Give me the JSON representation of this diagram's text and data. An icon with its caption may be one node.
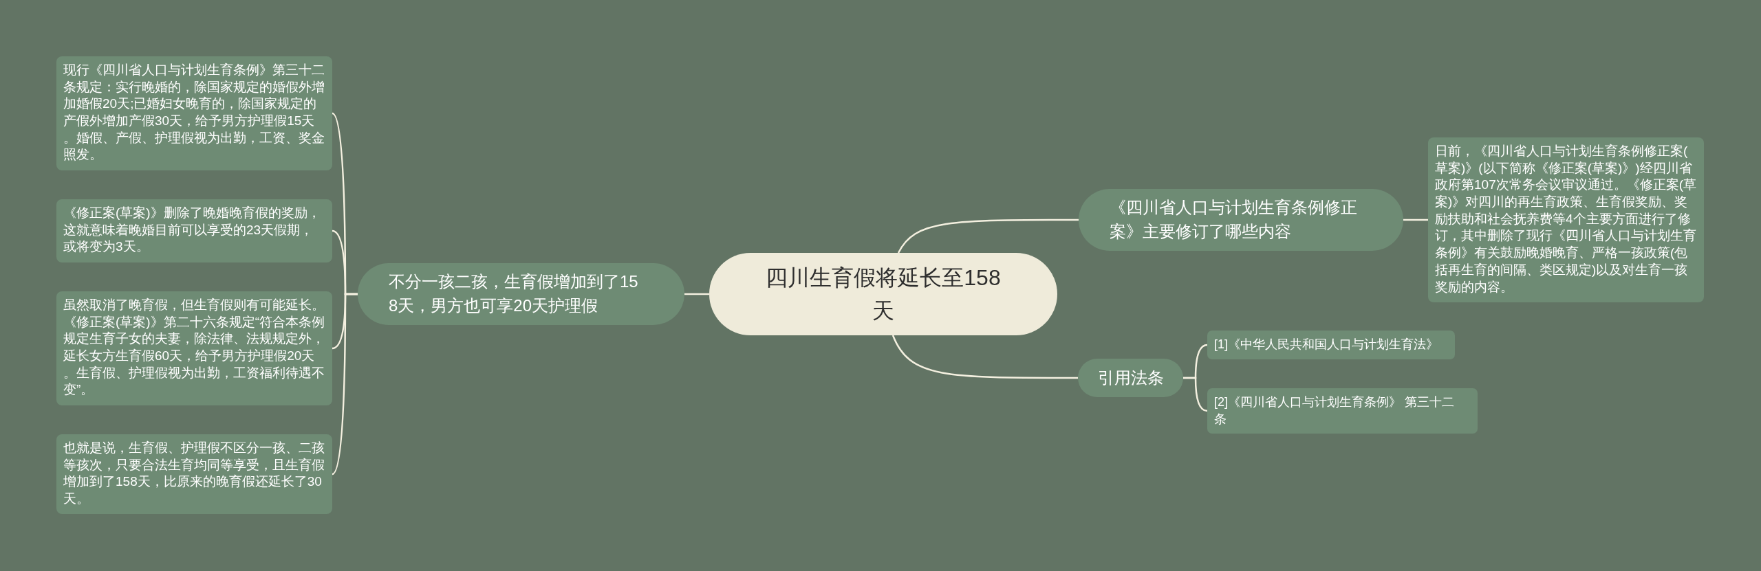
{
  "diagram": {
    "nodes": [
      {
        "text": [
          "四川生育假将延长至158天"
        ]
      },
      {
        "text": [
          "不分一孩二孩，生育假增加到了158天，男方也可享20天护理假"
        ]
      },
      {
        "text": [
          "现行《四川省人口与计划生育条例》第三十二条规定：实行晚婚的，除国家规定的婚假外增加婚假20天;已婚妇女晚育的，除国家规定的产假外增加产假30天，给予男方护理假15天。婚假、产假、护理假视为出勤，工资、奖金照发。"
        ]
      },
      {
        "text": [
          "《修正案(草案)》删除了晚婚晚育假的奖励，这就意味着晚婚目前可以享受的23天假期，或将变为3天。"
        ]
      },
      {
        "text": [
          "虽然取消了晚育假，但生育假则有可能延长。《修正案(草案)》第二十六条规定“符合本条例规定生育子女的夫妻，除法律、法规规定外，延长女方生育假60天，给予男方护理假20天。生育假、护理假视为出勤，工资福利待遇不变”。"
        ]
      },
      {
        "text": [
          "也就是说，生育假、护理假不区分一孩、二孩等孩次，只要合法生育均同等享受，且生育假增加到了158天，比原来的晚育假还延长了30天。"
        ]
      },
      {
        "text": [
          "《四川省人口与计划生育条例修正案》主要修订了哪些内容"
        ]
      },
      {
        "text": [
          "日前，《四川省人口与计划生育条例修正案(草案)》(以下简称《修正案(草案)》)经四川省政府第107次常务会议审议通过。《修正案(草案)》对四川的再生育政策、生育假奖励、奖励扶助和社会抚养费等4个主要方面进行了修订，其中删除了现行《四川省人口与计划生育条例》有关鼓励晚婚晚育、严格一孩政策(包括再生育的间隔、类区规定)以及对生育一孩奖励的内容。"
        ]
      },
      {
        "text": [
          "引用法条"
        ]
      },
      {
        "text": [
          "[1]《中华人民共和国人口与计划生育法》"
        ]
      },
      {
        "text": [
          "[2]《四川省人口与计划生育条例》 第三十二条"
        ]
      }
    ],
    "edges": [
      {
        "from": 0,
        "to": 1,
        "arrow": "none"
      },
      {
        "from": 1,
        "to": 2,
        "arrow": "none"
      },
      {
        "from": 1,
        "to": 3,
        "arrow": "none"
      },
      {
        "from": 1,
        "to": 4,
        "arrow": "none"
      },
      {
        "from": 1,
        "to": 5,
        "arrow": "none"
      },
      {
        "from": 0,
        "to": 6,
        "arrow": "none"
      },
      {
        "from": 6,
        "to": 7,
        "arrow": "none"
      },
      {
        "from": 0,
        "to": 8,
        "arrow": "none"
      },
      {
        "from": 8,
        "to": 9,
        "arrow": "none"
      },
      {
        "from": 8,
        "to": 10,
        "arrow": "none"
      }
    ]
  }
}
